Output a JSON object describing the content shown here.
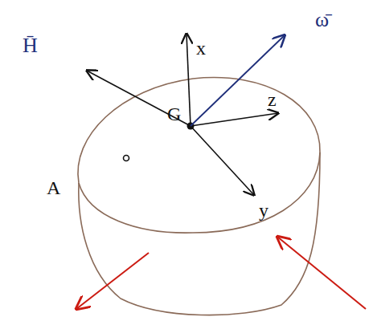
{
  "diagram": {
    "labels": [
      "x",
      "z",
      "y",
      "G",
      "A",
      "H̄",
      "ω̄"
    ]
  }
}
